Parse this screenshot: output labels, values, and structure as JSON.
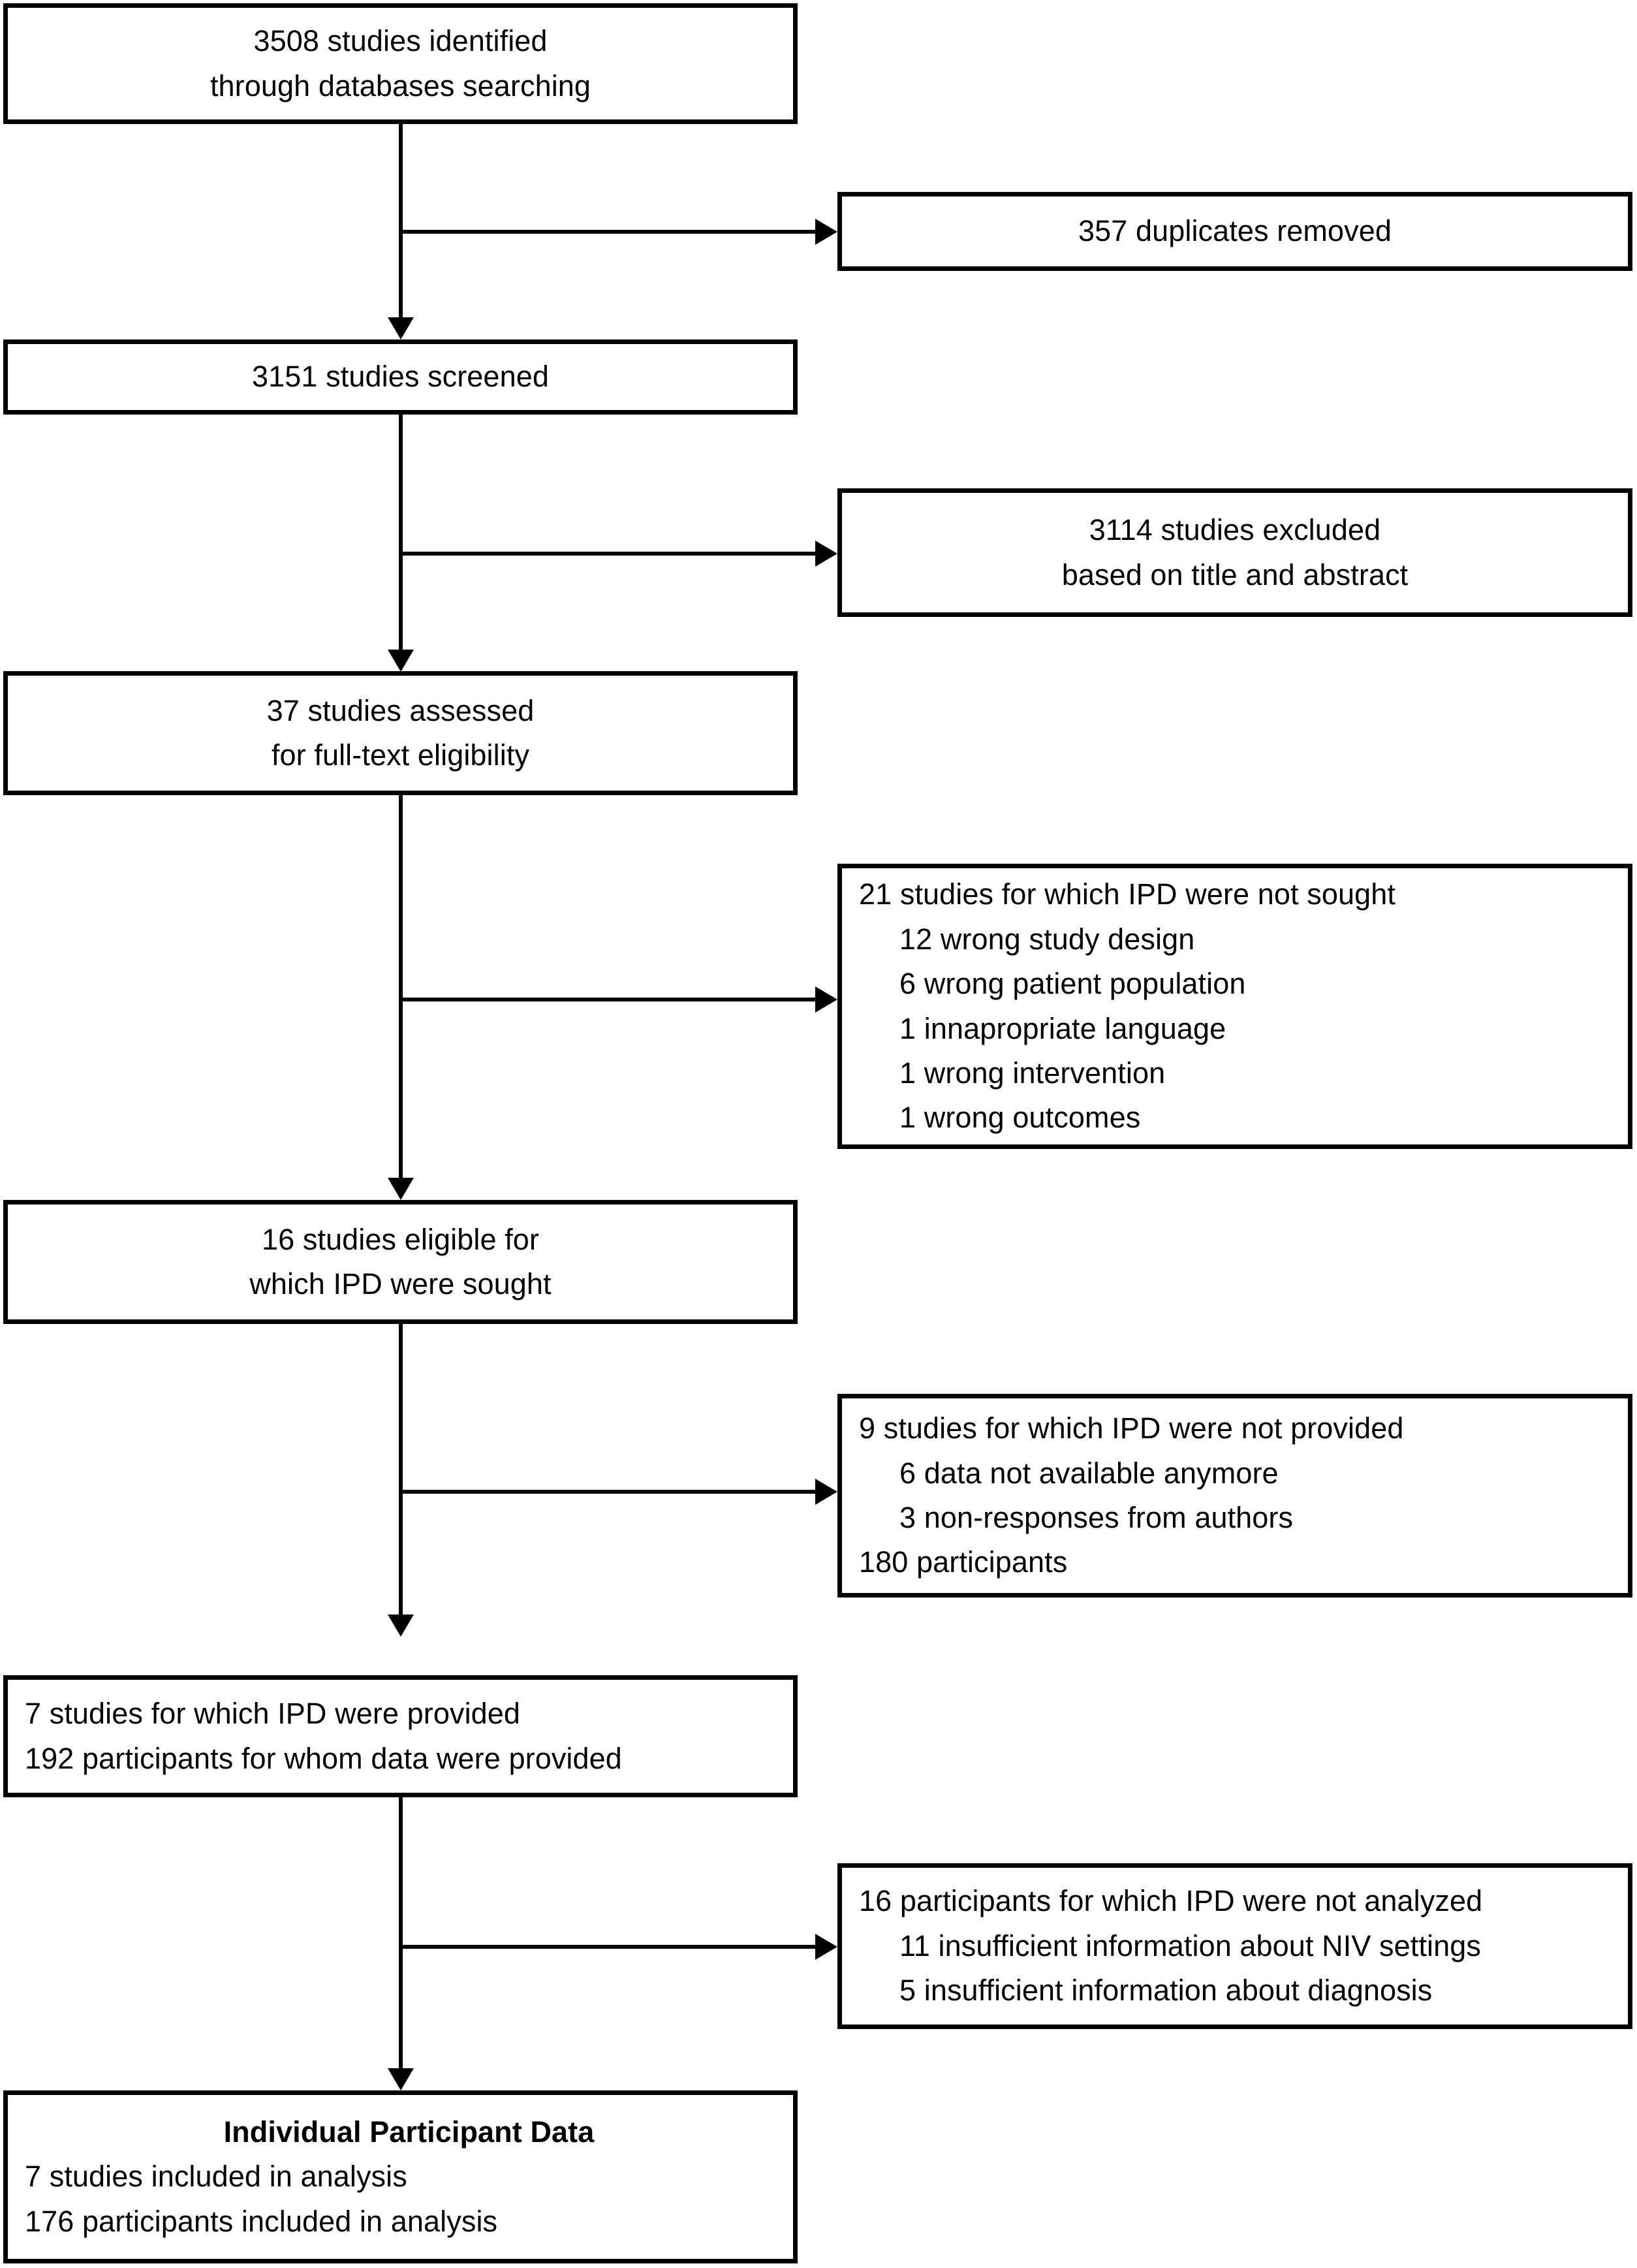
{
  "diagram": {
    "type": "prisma-ipd-flow-diagram",
    "title": "PRISMA IPD study selection flow",
    "accent_color": "#000000",
    "background_color": "#ffffff"
  },
  "boxes": {
    "identified": {
      "name": "studies-identified",
      "align": "center",
      "lines": [
        {
          "text": "3508 studies identified",
          "indent": 0,
          "bold": false
        },
        {
          "text": "through databases searching",
          "indent": 0,
          "bold": false
        }
      ]
    },
    "duplicates": {
      "name": "duplicates-removed",
      "align": "center",
      "lines": [
        {
          "text": "357 duplicates removed",
          "indent": 0,
          "bold": false
        }
      ]
    },
    "screened": {
      "name": "studies-screened",
      "align": "center",
      "lines": [
        {
          "text": "3151 studies screened",
          "indent": 0,
          "bold": false
        }
      ]
    },
    "excluded_title_abstract": {
      "name": "studies-excluded-title-abstract",
      "align": "center",
      "lines": [
        {
          "text": "3114 studies excluded",
          "indent": 0,
          "bold": false
        },
        {
          "text": "based on title and abstract",
          "indent": 0,
          "bold": false
        }
      ]
    },
    "assessed_fulltext": {
      "name": "studies-assessed-full-text",
      "align": "center",
      "lines": [
        {
          "text": "37 studies assessed",
          "indent": 0,
          "bold": false
        },
        {
          "text": "for full-text eligibility",
          "indent": 0,
          "bold": false
        }
      ]
    },
    "ipd_not_sought": {
      "name": "ipd-not-sought",
      "align": "left",
      "lines": [
        {
          "text": "21 studies for which IPD were not sought",
          "indent": 0,
          "bold": false
        },
        {
          "text": "12 wrong study design",
          "indent": 1,
          "bold": false
        },
        {
          "text": "6 wrong patient population",
          "indent": 1,
          "bold": false
        },
        {
          "text": "1 innapropriate language",
          "indent": 1,
          "bold": false
        },
        {
          "text": "1 wrong intervention",
          "indent": 1,
          "bold": false
        },
        {
          "text": "1 wrong outcomes",
          "indent": 1,
          "bold": false
        }
      ]
    },
    "eligible_ipd_sought": {
      "name": "studies-eligible-ipd-sought",
      "align": "center",
      "lines": [
        {
          "text": "16 studies eligible for",
          "indent": 0,
          "bold": false
        },
        {
          "text": "which IPD were sought",
          "indent": 0,
          "bold": false
        }
      ]
    },
    "ipd_not_provided": {
      "name": "ipd-not-provided",
      "align": "left",
      "lines": [
        {
          "text": "9 studies for which IPD were not provided",
          "indent": 0,
          "bold": false
        },
        {
          "text": "6 data not available anymore",
          "indent": 1,
          "bold": false
        },
        {
          "text": "3 non-responses from authors",
          "indent": 1,
          "bold": false
        },
        {
          "text": "180 participants",
          "indent": 0,
          "bold": false
        }
      ]
    },
    "ipd_provided": {
      "name": "ipd-provided",
      "align": "left",
      "lines": [
        {
          "text": "7 studies for which IPD were provided",
          "indent": 0,
          "bold": false
        },
        {
          "text": "192 participants for whom data were provided",
          "indent": 0,
          "bold": false
        }
      ]
    },
    "ipd_not_analyzed": {
      "name": "ipd-not-analyzed",
      "align": "left",
      "lines": [
        {
          "text": "16 participants for which IPD were not analyzed",
          "indent": 0,
          "bold": false
        },
        {
          "text": "11 insufficient information about NIV settings",
          "indent": 1,
          "bold": false
        },
        {
          "text": "5 insufficient information about diagnosis",
          "indent": 1,
          "bold": false
        }
      ]
    },
    "included": {
      "name": "individual-participant-data-included",
      "align": "left",
      "lines": [
        {
          "text": "Individual Participant Data",
          "indent": 0,
          "bold": true
        },
        {
          "text": "7 studies included in analysis",
          "indent": 0,
          "bold": false
        },
        {
          "text": "176 participants included in analysis",
          "indent": 0,
          "bold": false
        }
      ]
    }
  },
  "counts": {
    "identified": 3508,
    "duplicates_removed": 357,
    "screened": 3151,
    "excluded_title_abstract": 3114,
    "assessed_full_text": 37,
    "ipd_not_sought": 21,
    "ipd_not_sought_wrong_study_design": 12,
    "ipd_not_sought_wrong_patient_population": 6,
    "ipd_not_sought_innapropriate_language": 1,
    "ipd_not_sought_wrong_intervention": 1,
    "ipd_not_sought_wrong_outcomes": 1,
    "eligible_ipd_sought": 16,
    "ipd_not_provided_studies": 9,
    "ipd_not_provided_data_not_available": 6,
    "ipd_not_provided_non_responses": 3,
    "ipd_not_provided_participants": 180,
    "ipd_provided_studies": 7,
    "ipd_provided_participants": 192,
    "ipd_not_analyzed_participants": 16,
    "ipd_not_analyzed_niv_settings": 11,
    "ipd_not_analyzed_diagnosis": 5,
    "included_studies": 7,
    "included_participants": 176
  }
}
